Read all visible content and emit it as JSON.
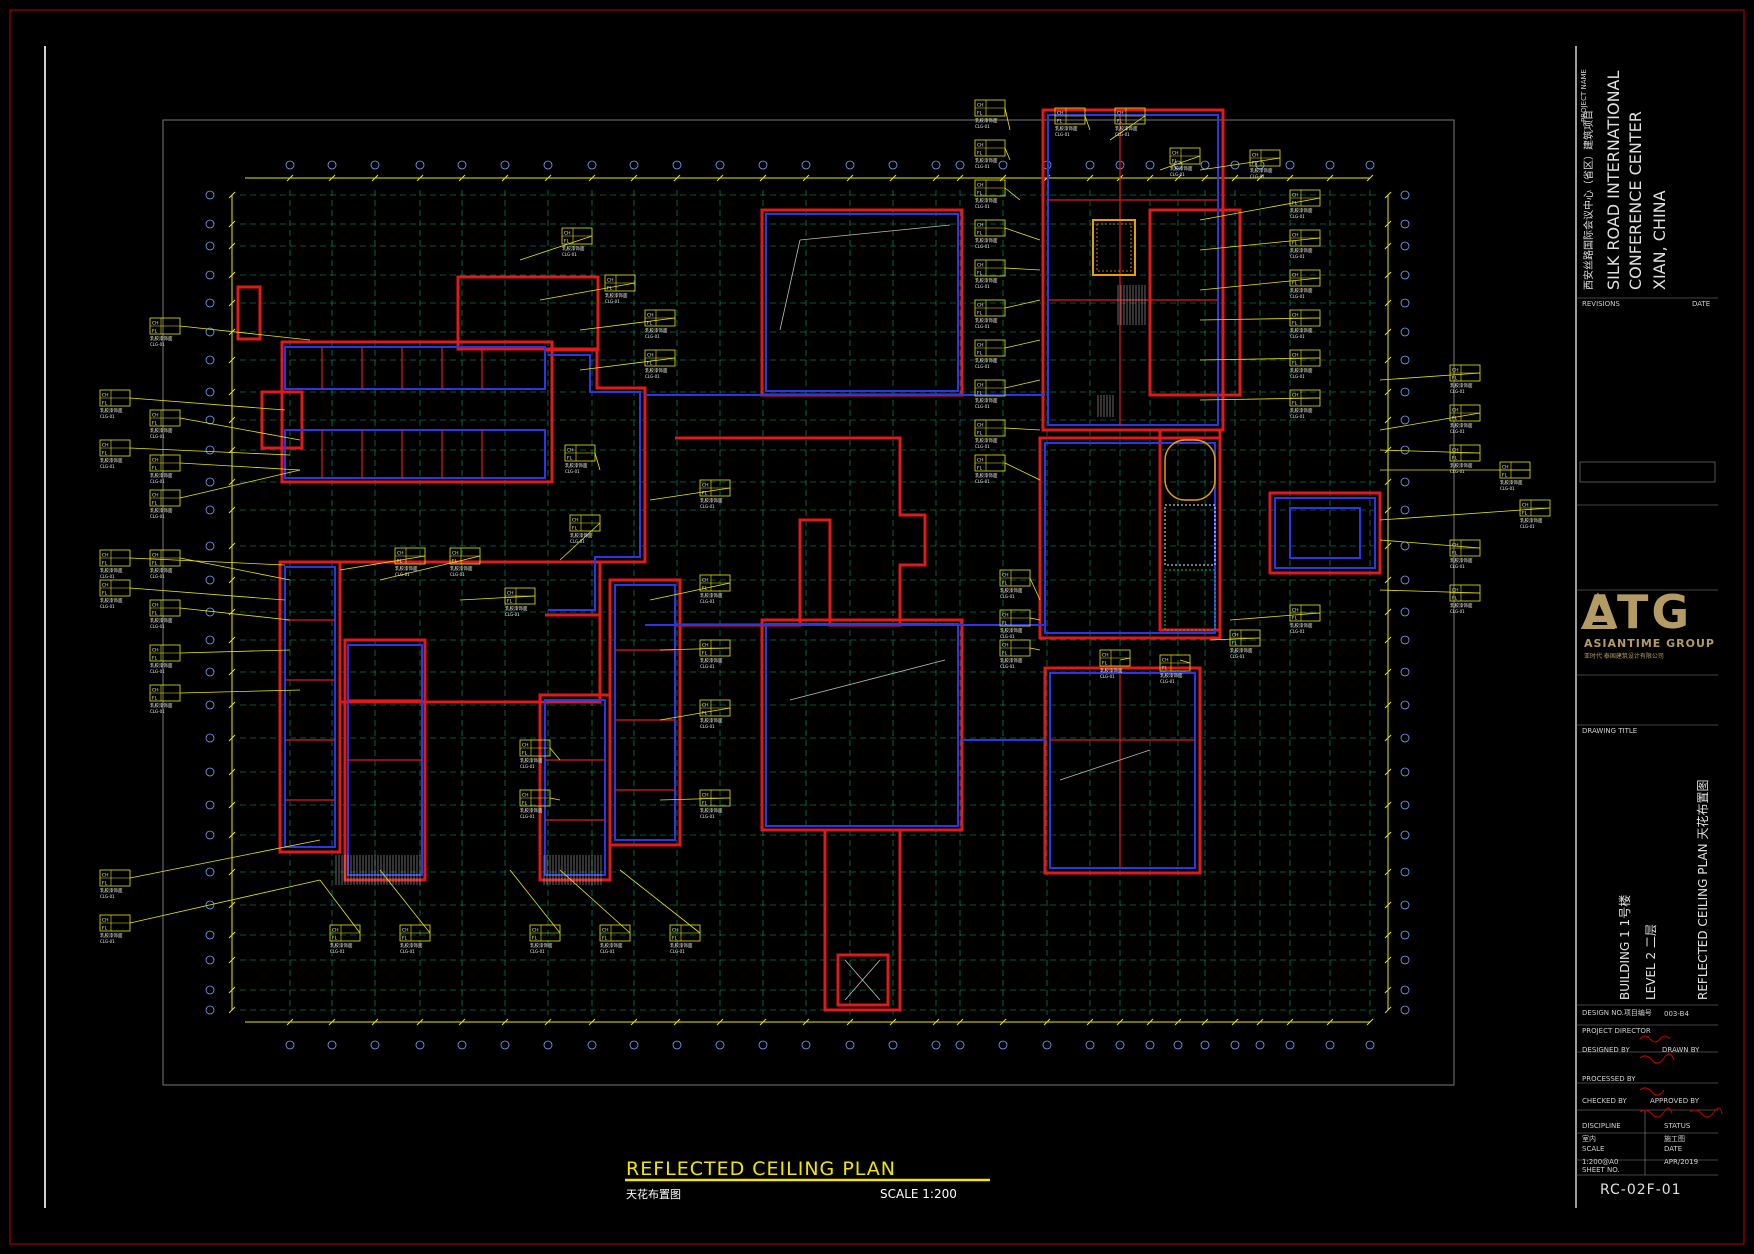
{
  "project": {
    "name_en": "SILK ROAD INTERNATIONAL CONFERENCE CENTER",
    "name_line1": "SILK ROAD INTERNATIONAL",
    "name_line2": "CONFERENCE CENTER",
    "location": "XIAN, CHINA",
    "name_cn": "西安丝路国际会议中心（省区）建筑项目",
    "label_project_name": "PROJECT NAME",
    "label_revisions": "REVISIONS",
    "label_date": "DATE"
  },
  "company": {
    "logo": "ATG",
    "name": "ASIANTIME GROUP",
    "name_cn": "亚时代  泰国建筑设计有限公司"
  },
  "drawing": {
    "title": "REFLECTED CEILING PLAN",
    "title_cn": "天花布置图",
    "scale": "SCALE 1:200",
    "building": "BUILDING 1  1号楼",
    "level": "LEVEL 2  二层",
    "drawing_title": "REFLECTED CEILING PLAN  天花布置图",
    "design_no_label": "DESIGN NO.项目编号",
    "design_no": "003-B4",
    "label_drawing_title": "DRAWING TITLE",
    "label_project_director": "PROJECT DIRECTOR",
    "label_designed_by": "DESIGNED BY",
    "label_drawn_by": "DRAWN BY",
    "label_processed_by": "PROCESSED BY",
    "label_checked_by": "CHECKED BY",
    "label_approved_by": "APPROVED BY",
    "label_discipline": "DISCIPLINE",
    "label_status": "STATUS",
    "discipline_value": "室内",
    "status_value": "施工图",
    "label_scale": "SCALE",
    "scale_value": "1:200@A0",
    "label_date": "DATE",
    "date_value": "APR/2019",
    "label_sheet_no": "SHEET NO.",
    "sheet_no": "RC-02F-01"
  },
  "tag_text": {
    "ch": "CH",
    "fl": "FL",
    "ceiling_type": "CLG-01",
    "note": "乳胶漆饰面"
  },
  "colors": {
    "background": "#000000",
    "grid": "#00aa66",
    "wall_outer": "#e0191b",
    "wall_inner": "#2a36e8",
    "tag": "#e8e800",
    "axis": "#6fa8ff",
    "dimension": "#e8e800",
    "frame": "#d0d0d0",
    "logo": "#b49b63"
  }
}
